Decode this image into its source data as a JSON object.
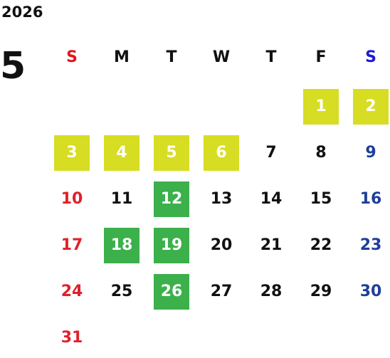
{
  "calendar": {
    "year": "2026",
    "month": "5",
    "weekdays": [
      {
        "label": "S",
        "color": "#e0161b"
      },
      {
        "label": "M",
        "color": "#111111"
      },
      {
        "label": "T",
        "color": "#111111"
      },
      {
        "label": "W",
        "color": "#111111"
      },
      {
        "label": "T",
        "color": "#111111"
      },
      {
        "label": "F",
        "color": "#111111"
      },
      {
        "label": "S",
        "color": "#1a1ad6"
      }
    ],
    "colors": {
      "sunday": "#e0202a",
      "saturday": "#1e3f99",
      "weekday": "#111111",
      "highlight_yellow": "#d7dd22",
      "highlight_green": "#3bb04b"
    },
    "first_weekday_index": 5,
    "days": [
      {
        "day": "1",
        "highlight": "yellow"
      },
      {
        "day": "2",
        "highlight": "yellow"
      },
      {
        "day": "3",
        "highlight": "yellow"
      },
      {
        "day": "4",
        "highlight": "yellow"
      },
      {
        "day": "5",
        "highlight": "yellow"
      },
      {
        "day": "6",
        "highlight": "yellow"
      },
      {
        "day": "7",
        "highlight": ""
      },
      {
        "day": "8",
        "highlight": ""
      },
      {
        "day": "9",
        "highlight": ""
      },
      {
        "day": "10",
        "highlight": ""
      },
      {
        "day": "11",
        "highlight": ""
      },
      {
        "day": "12",
        "highlight": "green"
      },
      {
        "day": "13",
        "highlight": ""
      },
      {
        "day": "14",
        "highlight": ""
      },
      {
        "day": "15",
        "highlight": ""
      },
      {
        "day": "16",
        "highlight": ""
      },
      {
        "day": "17",
        "highlight": ""
      },
      {
        "day": "18",
        "highlight": "green"
      },
      {
        "day": "19",
        "highlight": "green"
      },
      {
        "day": "20",
        "highlight": ""
      },
      {
        "day": "21",
        "highlight": ""
      },
      {
        "day": "22",
        "highlight": ""
      },
      {
        "day": "23",
        "highlight": ""
      },
      {
        "day": "24",
        "highlight": ""
      },
      {
        "day": "25",
        "highlight": ""
      },
      {
        "day": "26",
        "highlight": "green"
      },
      {
        "day": "27",
        "highlight": ""
      },
      {
        "day": "28",
        "highlight": ""
      },
      {
        "day": "29",
        "highlight": ""
      },
      {
        "day": "30",
        "highlight": ""
      },
      {
        "day": "31",
        "highlight": ""
      }
    ]
  }
}
